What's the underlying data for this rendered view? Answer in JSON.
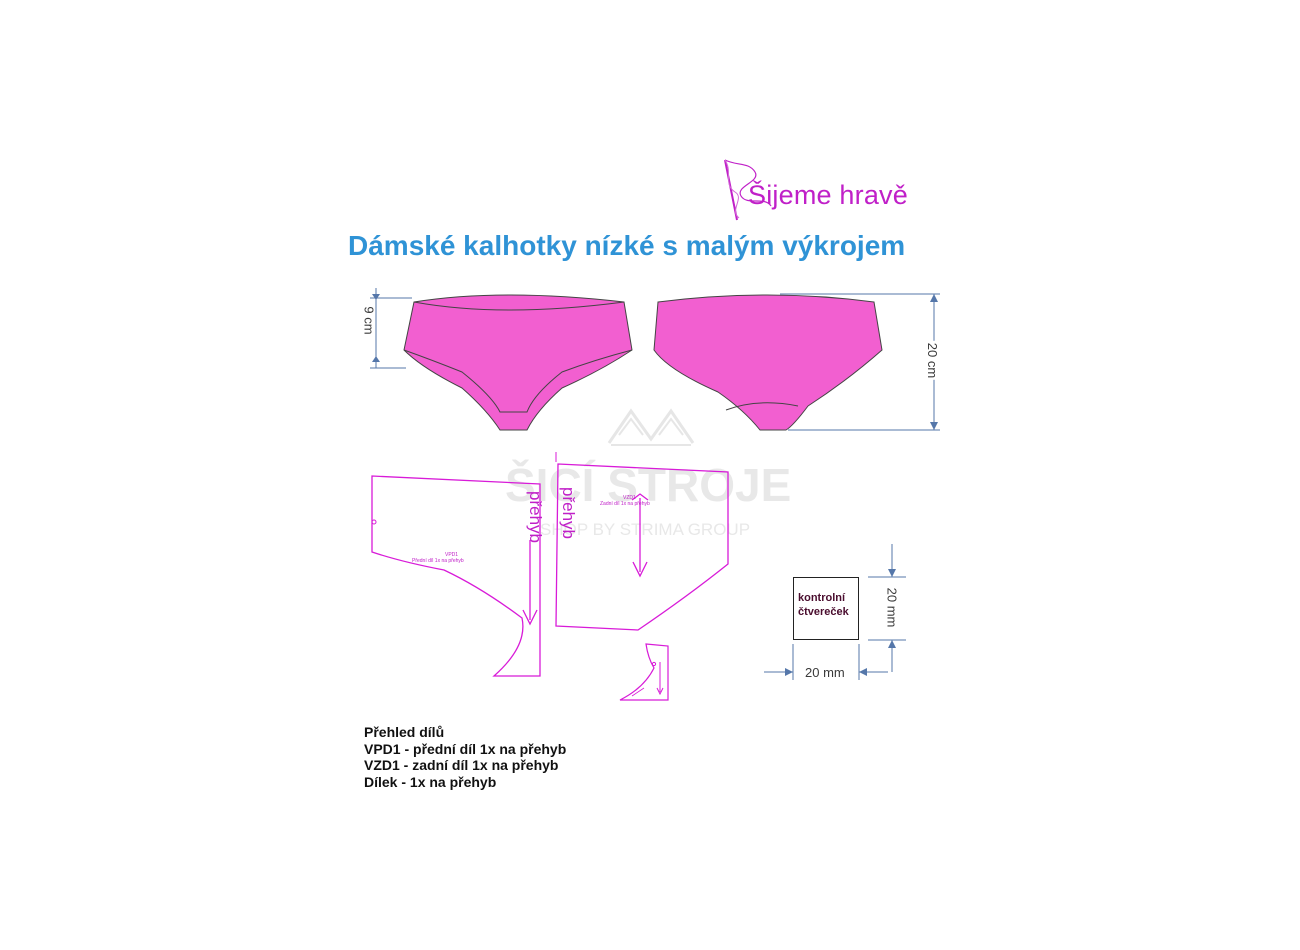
{
  "logo": {
    "text": "Šijeme hravě",
    "icon": "needle-thread-icon",
    "color": "#c020c8"
  },
  "title": "Dámské kalhotky nízké s malým výkrojem",
  "illustration": {
    "fill_color": "#f25fd0",
    "front_height_label": "9 cm",
    "back_height_label": "20 cm"
  },
  "watermark": {
    "main": "ŠICÍ STROJE",
    "sub": "SHOP BY STRIMA GROUP"
  },
  "pattern": {
    "line_color": "#d81bd8",
    "fold_label_front": "přehyb",
    "fold_label_back": "přehyb",
    "front_piece_code": "VPD1",
    "front_piece_text": "Přední díl 1x na přehyb",
    "back_piece_code": "VZD1",
    "back_piece_text": "Zadní díl 1x na přehyb"
  },
  "control_square": {
    "label_line1": "kontrolní",
    "label_line2": "čtvereček",
    "width_label": "20 mm",
    "height_label": "20 mm"
  },
  "parts_overview": {
    "heading": "Přehled dílů",
    "items": [
      "VPD1 - přední díl 1x na přehyb",
      "VZD1 - zadní díl 1x na přehyb",
      "Dílek - 1x na přehyb"
    ]
  }
}
